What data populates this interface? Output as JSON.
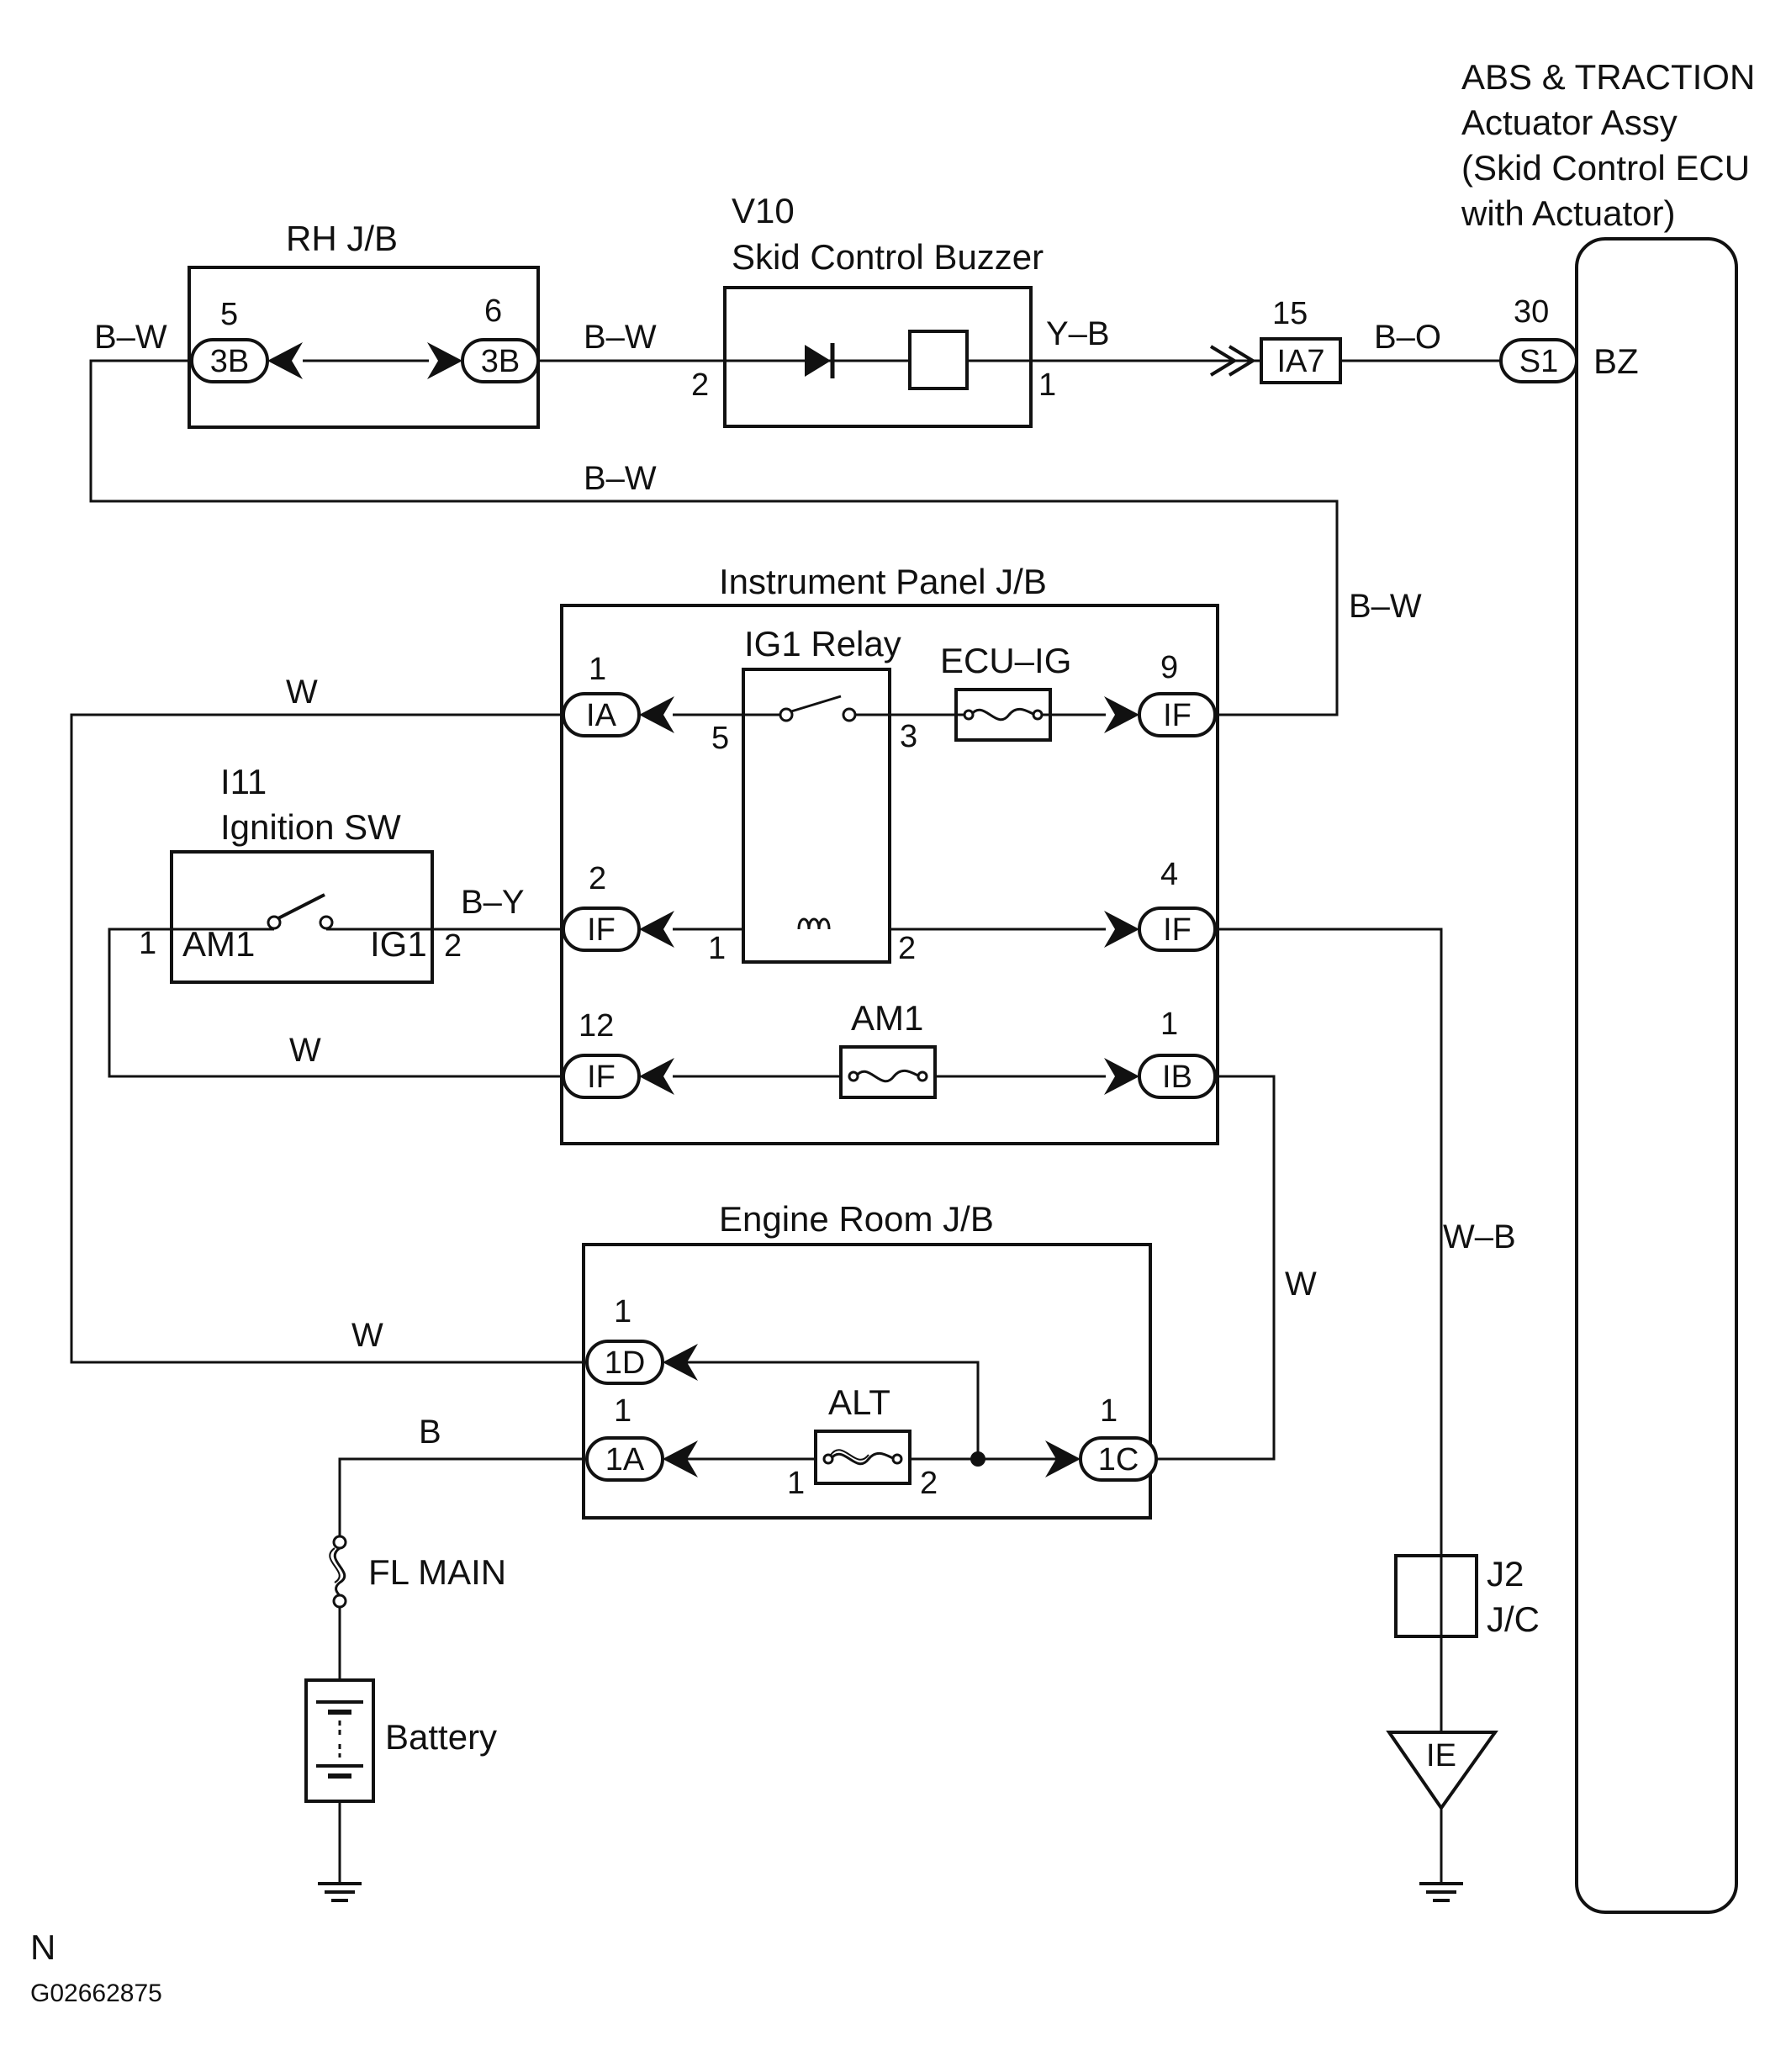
{
  "components": {
    "rh_jb": "RH J/B",
    "buzzer_code": "V10",
    "buzzer_name": "Skid Control Buzzer",
    "ecu_line1": "ABS & TRACTION",
    "ecu_line2": "Actuator Assy",
    "ecu_line3": "(Skid Control ECU",
    "ecu_line4": "with Actuator)",
    "ip_jb": "Instrument Panel J/B",
    "ig1_relay": "IG1 Relay",
    "ecu_ig": "ECU–IG",
    "ignition_code": "I11",
    "ignition_name": "Ignition SW",
    "am1_term": "AM1",
    "ig1_term": "IG1",
    "am1_fuse": "AM1",
    "engine_room_jb": "Engine Room J/B",
    "alt_fuse": "ALT",
    "fl_main": "FL MAIN",
    "battery": "Battery",
    "j2": "J2",
    "jc": "J/C",
    "ground_ie": "IE",
    "bz": "BZ"
  },
  "connectors": {
    "c_3b_l": "3B",
    "c_3b_r": "3B",
    "c_ia7": "IA7",
    "c_s1": "S1",
    "c_ia": "IA",
    "c_if9": "IF",
    "c_if2": "IF",
    "c_if4": "IF",
    "c_if12": "IF",
    "c_ib": "IB",
    "c_1d": "1D",
    "c_1a": "1A",
    "c_1c": "1C"
  },
  "pins": {
    "p5": "5",
    "p6": "6",
    "p_bz2": "2",
    "p_bz1": "1",
    "p15": "15",
    "p30": "30",
    "p_ia1": "1",
    "p_rel5": "5",
    "p_rel3": "3",
    "p_if9": "9",
    "p_if2": "2",
    "p_coil1": "1",
    "p_coil2": "2",
    "p_if4": "4",
    "p_ig_1": "1",
    "p_ig_2": "2",
    "p_if12": "12",
    "p_ib1": "1",
    "p_1d": "1",
    "p_1a": "1",
    "p_alt1": "1",
    "p_alt2": "2",
    "p_1c": "1"
  },
  "wires": {
    "bw_1": "B–W",
    "bw_2": "B–W",
    "bw_3": "B–W",
    "bw_4": "B–W",
    "yb": "Y–B",
    "bo": "B–O",
    "w_1": "W",
    "by": "B–Y",
    "w_2": "W",
    "w_3": "W",
    "w_4": "W",
    "b": "B",
    "wb": "W–B"
  },
  "footer": {
    "n": "N",
    "code": "G02662875"
  }
}
